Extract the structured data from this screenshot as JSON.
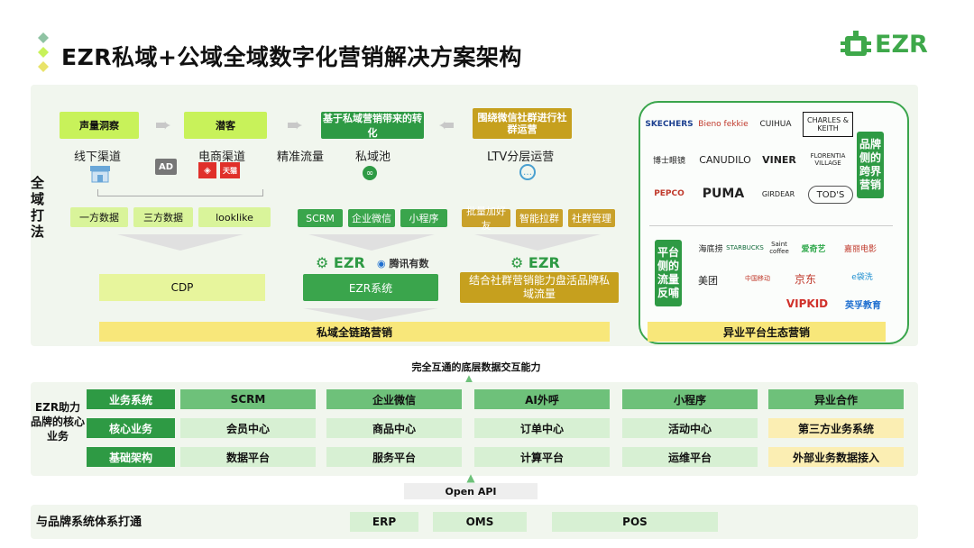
{
  "title": "EZR私域+公域全域数字化营销解决方案架构",
  "logo": "EZR",
  "quanyu": "全域打法",
  "flow": {
    "step1": "声量洞察",
    "step2": "潜客",
    "step3": "基于私域营销带来的转化",
    "step4": "围绕微信社群进行社群运营",
    "ch_offline": "线下渠道",
    "ch_ecom": "电商渠道",
    "ch_precise": "精准流量",
    "ch_pool": "私域池",
    "ch_ltv": "LTV分层运营",
    "ad": "AD",
    "tmall": "天猫",
    "data1": "一方数据",
    "data2": "三方数据",
    "data3": "looklike",
    "scrm": "SCRM",
    "wecom": "企业微信",
    "mini": "小程序",
    "g1": "批量加好友",
    "g2": "智能拉群",
    "g3": "社群管理",
    "ezr1": "EZR",
    "tencent": "腾讯有数",
    "ezr2": "EZR",
    "cdp": "CDP",
    "ezr_sys": "EZR系统",
    "gold_box": "结合社群营销能力盘活品牌私域流量",
    "bar_private": "私域全链路营销",
    "bar_eco": "异业平台生态营销"
  },
  "brands": {
    "side_brand": "品牌侧的跨界营销",
    "side_platform": "平台侧的流量反哺",
    "top": [
      "SKECHERS",
      "Bieno fekkie",
      "CUIHUA",
      "CHARLES & KEITH",
      "博士眼镜",
      "CANUDILO",
      "VINER",
      "FLORENTIA VILLAGE",
      "PEPCO",
      "PUMA",
      "GIRDEAR",
      "TOD'S"
    ],
    "bottom": [
      "海底捞",
      "STARBUCKS",
      "Saint coffee",
      "爱奇艺",
      "嘉丽电影",
      "美团",
      "中国移动",
      "京东",
      "e袋洗",
      "VIPKID",
      "英孚教育"
    ]
  },
  "interop": "完全互通的底层数据交互能力",
  "core_label": "EZR助力品牌的核心业务",
  "rows": [
    {
      "label": "业务系统",
      "cells": [
        "SCRM",
        "企业微信",
        "AI外呼",
        "小程序",
        "异业合作"
      ]
    },
    {
      "label": "核心业务",
      "cells": [
        "会员中心",
        "商品中心",
        "订单中心",
        "活动中心",
        "第三方业务系统"
      ]
    },
    {
      "label": "基础架构",
      "cells": [
        "数据平台",
        "服务平台",
        "计算平台",
        "运维平台",
        "外部业务数据接入"
      ]
    }
  ],
  "openapi": "Open API",
  "bottom": {
    "label": "与品牌系统体系打通",
    "erp": "ERP",
    "oms": "OMS",
    "pos": "POS"
  },
  "colors": {
    "accent_green": "#2e9a44",
    "lime": "#c8f25a",
    "gold": "#c6a01e",
    "yellow_bar": "#f8e77a"
  }
}
